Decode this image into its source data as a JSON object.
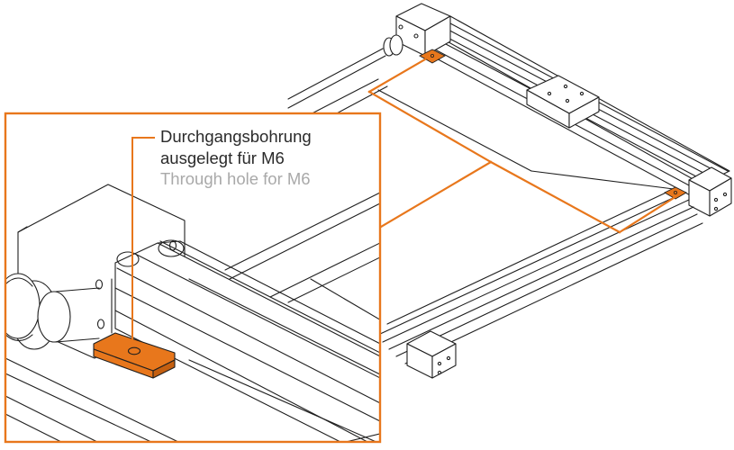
{
  "callout": {
    "line_de_1": "Durchgangsbohrung",
    "line_de_2": "ausgelegt für M6",
    "line_en": "Through hole for M6"
  },
  "colors": {
    "accent": "#e8771c",
    "line": "#1f1f1f",
    "background": "#ffffff",
    "text_primary": "#2a2a2a",
    "text_secondary": "#a9a9a9"
  },
  "icons": {
    "drawing": "linear-axis-gantry-line-drawing",
    "mounting_plate": "orange-mounting-clamp",
    "through_hole": "through-hole"
  }
}
